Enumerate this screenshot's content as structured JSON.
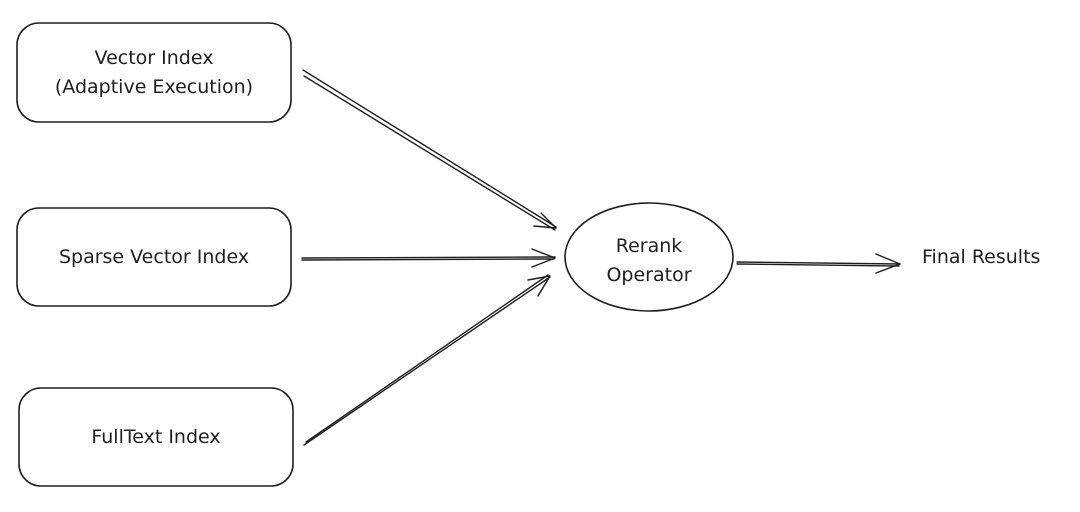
{
  "diagram": {
    "nodes": {
      "vector_index": {
        "line1": "Vector Index",
        "line2": "(Adaptive Execution)"
      },
      "sparse_vector_index": {
        "label": "Sparse Vector Index"
      },
      "fulltext_index": {
        "label": "FullText Index"
      },
      "rerank_operator": {
        "line1": "Rerank",
        "line2": "Operator"
      },
      "final_results": {
        "label": "Final Results"
      }
    },
    "edges": [
      {
        "from": "Vector Index (Adaptive Execution)",
        "to": "Rerank Operator"
      },
      {
        "from": "Sparse Vector Index",
        "to": "Rerank Operator"
      },
      {
        "from": "FullText Index",
        "to": "Rerank Operator"
      },
      {
        "from": "Rerank Operator",
        "to": "Final Results"
      }
    ],
    "colors": {
      "stroke": "#1e1e1e",
      "fill": "#ffffff",
      "text": "#1e1e1e"
    }
  }
}
